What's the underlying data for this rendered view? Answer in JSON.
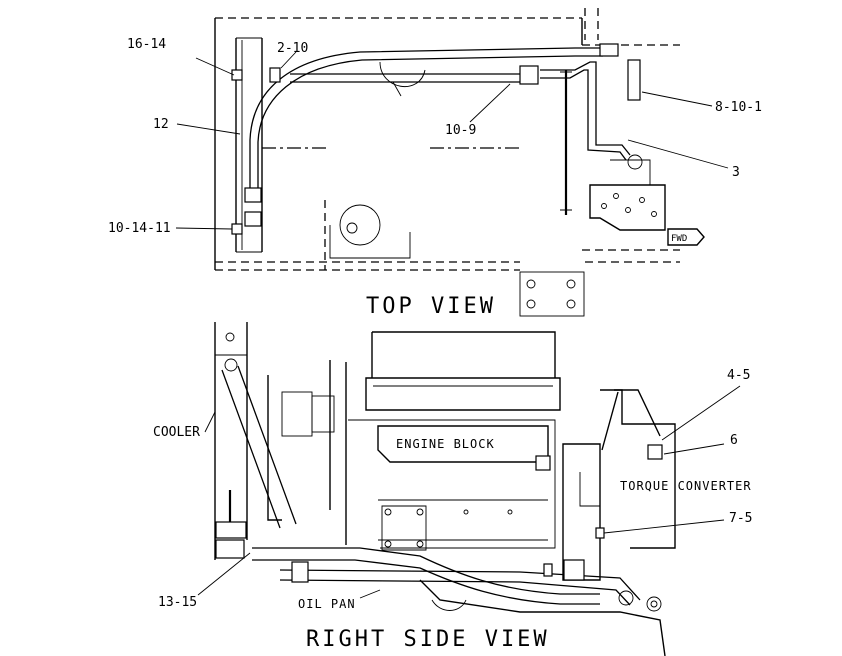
{
  "views": {
    "top_title": "TOP VIEW",
    "side_title": "RIGHT SIDE VIEW"
  },
  "top_callouts": {
    "c16_14": "16-14",
    "c2_10": "2-10",
    "c12": "12",
    "c10_9": "10-9",
    "c8_10_1": "8-10-1",
    "c3": "3",
    "c10_14_11": "10-14-11",
    "fwd": "FWD"
  },
  "side_labels": {
    "cooler": "COOLER",
    "engine_block": "ENGINE BLOCK",
    "torque_converter": "TORQUE CONVERTER",
    "oil_pan": "OIL PAN",
    "c4_5": "4-5",
    "c6": "6",
    "c7_5": "7-5",
    "c13_15": "13-15"
  }
}
